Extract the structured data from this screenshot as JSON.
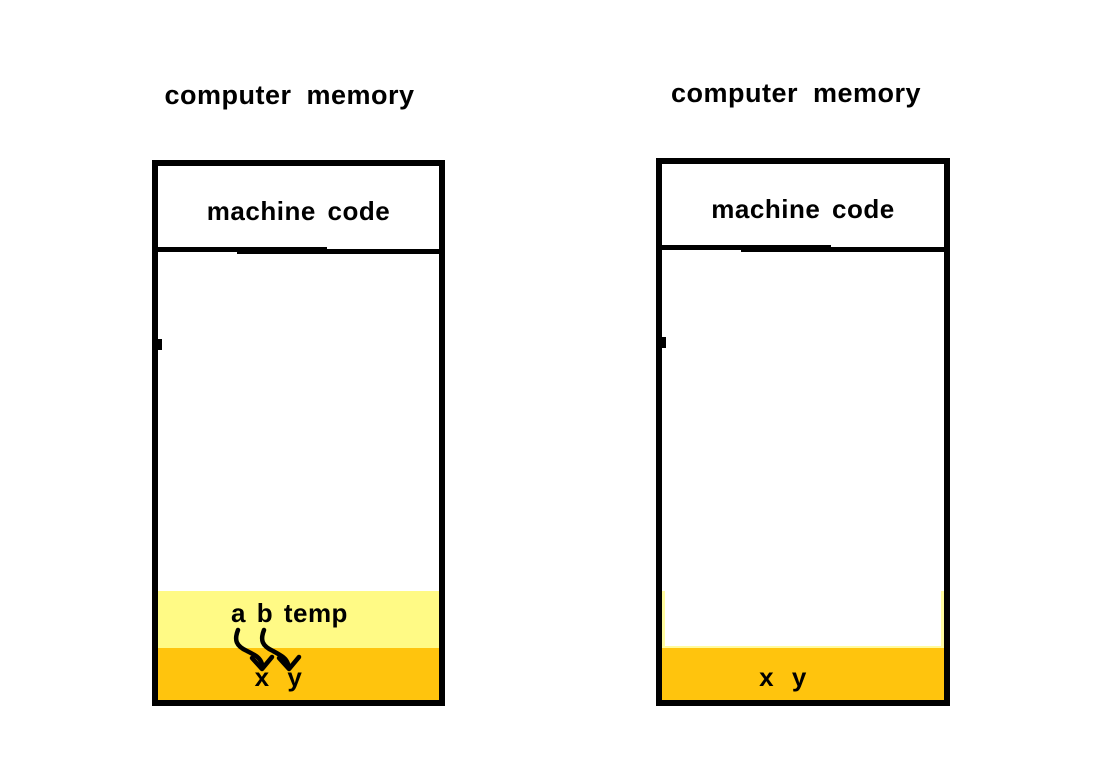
{
  "panels": [
    {
      "id": "before",
      "title": "computer memory",
      "box": {
        "code_label": "machine code",
        "temp_label": "a b temp",
        "var_label": "x y"
      }
    },
    {
      "id": "after",
      "title": "computer memory",
      "box": {
        "code_label": "machine code",
        "var_label": "x y"
      }
    }
  ],
  "arrows": [
    {
      "name": "arrow-a-to-x",
      "from": "a",
      "to": "x"
    },
    {
      "name": "arrow-b-to-y",
      "from": "b",
      "to": "y"
    }
  ],
  "colors": {
    "ink": "#000000",
    "temp_band": "#FFFA85",
    "var_band": "#FFC40D",
    "ghost_outline": "#FFFB9E",
    "background": "#FFFFFF"
  }
}
